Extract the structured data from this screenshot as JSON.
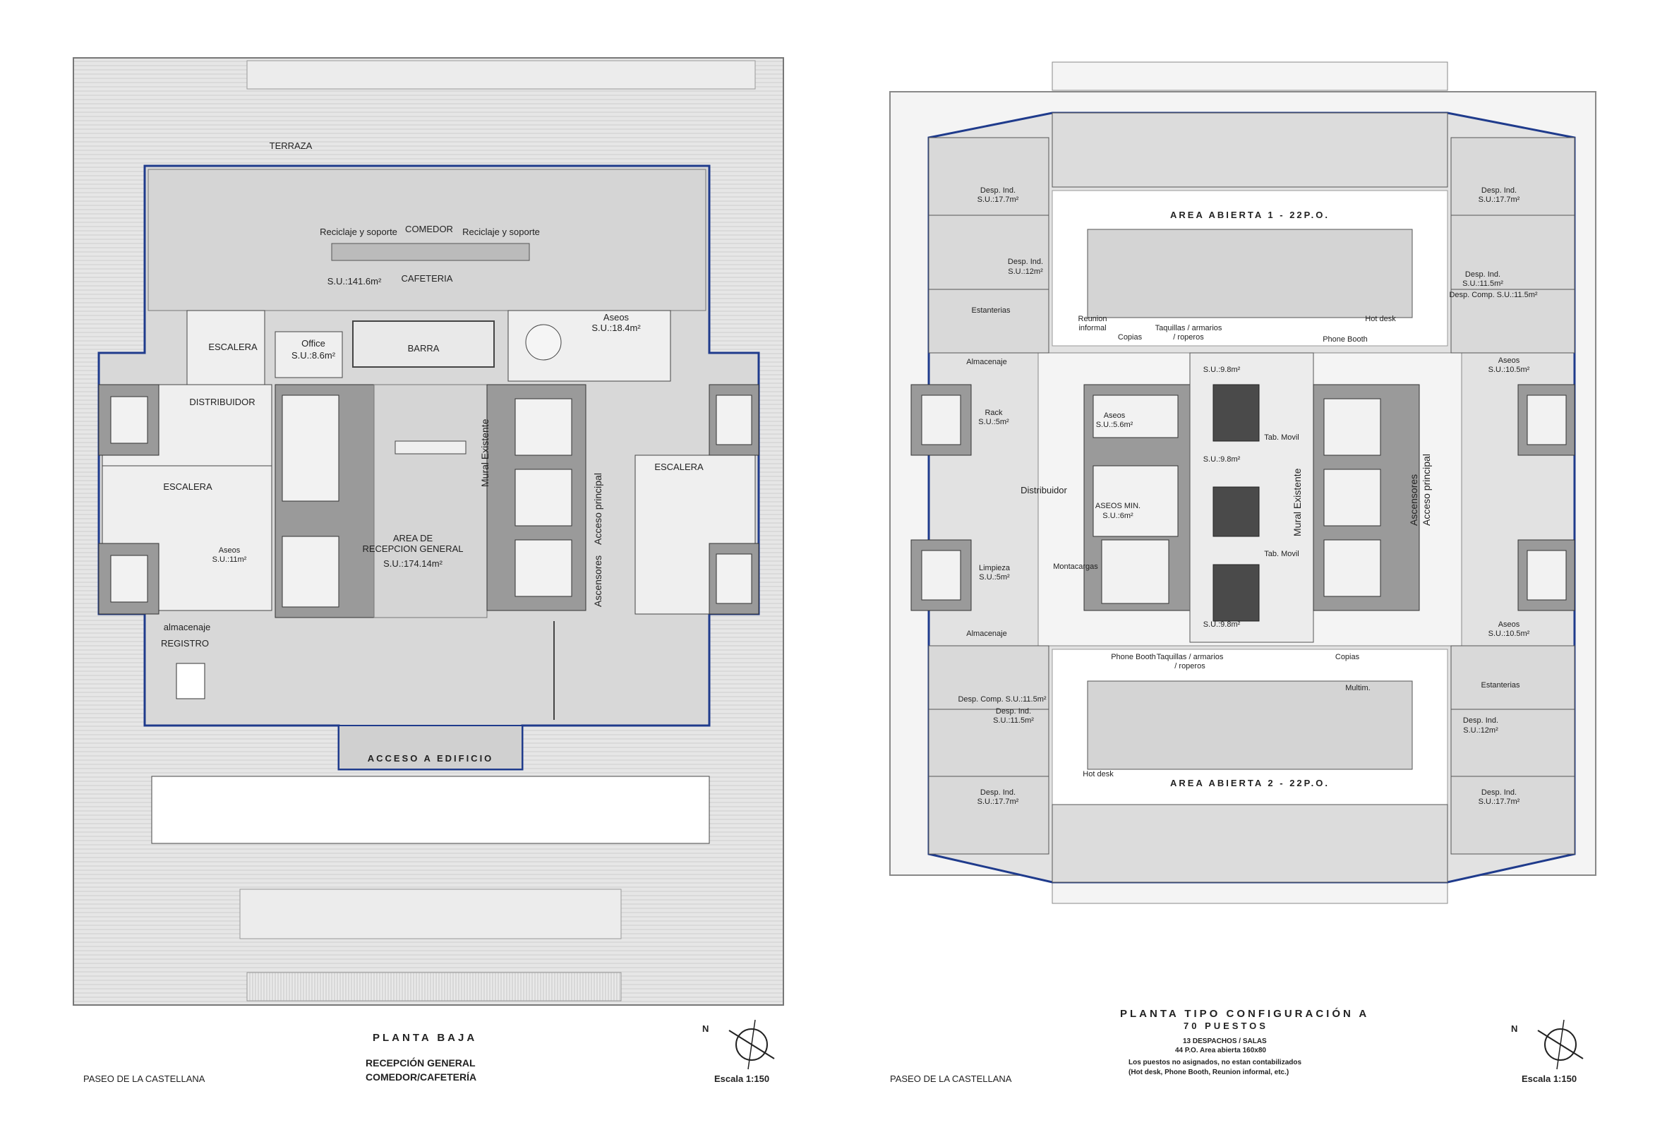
{
  "left_sheet": {
    "title": "PLANTA BAJA",
    "subtitle_lines": [
      "RECEPCIÓN GENERAL",
      "COMEDOR/CAFETERÍA"
    ],
    "street": "PASEO DE LA CASTELLANA",
    "scale": "Escala 1:150",
    "north": "N",
    "rooms": {
      "terraza": "TERRAZA",
      "comedor": "COMEDOR",
      "reciclaje_left": "Reciclaje y soporte",
      "reciclaje_right": "Reciclaje y soporte",
      "comedor_area": "S.U.:141.6m²",
      "cafeteria": "CAFETERIA",
      "escalera_1": "ESCALERA",
      "office": "Office",
      "office_area": "S.U.:8.6m²",
      "barra": "BARRA",
      "aseos": "Aseos",
      "aseos_area": "S.U.:18.4m²",
      "distribuidor": "DISTRIBUIDOR",
      "escalera_2": "ESCALERA",
      "escalera_3": "ESCALERA",
      "aseos_2": "Aseos",
      "aseos_2_area": "S.U.:11m²",
      "recepcion_1": "AREA DE",
      "recepcion_2": "RECEPCION GENERAL",
      "recepcion_area": "S.U.:174.14m²",
      "mural": "Mural Existente",
      "ascensores": "Ascensores",
      "acceso_principal": "Acceso principal",
      "almacenaje": "almacenaje",
      "registro": "REGISTRO",
      "acceso_edificio": "ACCESO A EDIFICIO"
    }
  },
  "right_sheet": {
    "title": "PLANTA TIPO CONFIGURACIÓN A",
    "subtitle": "70 PUESTOS",
    "notes": [
      "13 DESPACHOS / SALAS",
      "44 P.O. Area abierta 160x80",
      "Los puestos no asignados, no estan contabilizados",
      "(Hot desk, Phone Booth, Reunion informal, etc.)"
    ],
    "street": "PASEO DE LA CASTELLANA",
    "scale": "Escala 1:150",
    "north": "N",
    "rooms": {
      "area_abierta_1": "AREA ABIERTA 1 - 22P.O.",
      "area_abierta_2": "AREA ABIERTA 2 - 22P.O.",
      "desp_ind": "Desp. Ind.",
      "su_177": "S.U.:17.7m²",
      "su_12": "S.U.:12m²",
      "su_115": "S.U.:11.5m²",
      "su_105": "S.U.:10.5m²",
      "desp_comp": "Desp. Comp.",
      "desp_comp_full": "Desp. Comp. S.U.:11.5m²",
      "estanterias": "Estanterias",
      "reunion": "Reunion",
      "informal": "informal",
      "hot_desk": "Hot desk",
      "copias": "Copias",
      "taquillas": "Taquillas / armarios",
      "roperos": "/ roperos",
      "phone_booth": "Phone Booth",
      "aseos": "Aseos",
      "almacenaje": "Almacenaje",
      "rack": "Rack",
      "su_5": "S.U.:5m²",
      "su_98": "S.U.:9.8m²",
      "su_56": "S.U.:5.6m²",
      "distribuidor": "Distribuidor",
      "aseos_min": "ASEOS MIN.",
      "su_6": "S.U.:6m²",
      "tab_movil": "Tab. Movil",
      "mural": "Mural Existente",
      "ascensores": "Ascensores",
      "acceso_principal": "Acceso principal",
      "limpieza": "Limpieza",
      "montacargas": "Montacargas",
      "multim": "Multim."
    }
  }
}
